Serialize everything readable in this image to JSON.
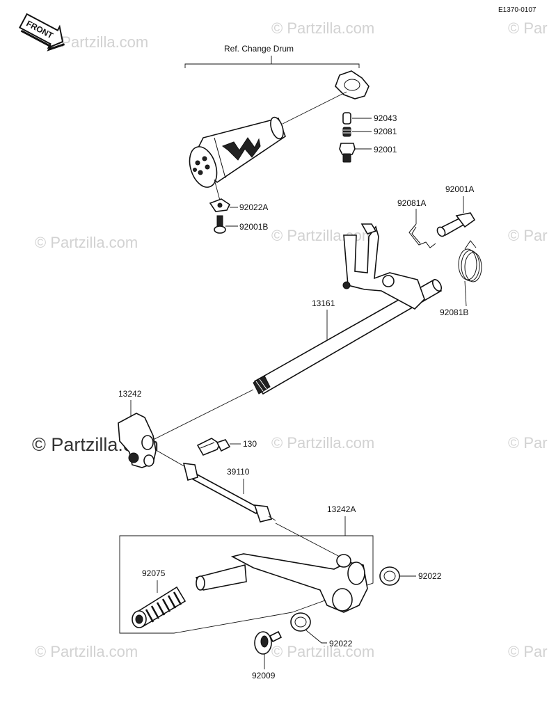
{
  "diagram_code": "E1370-0107",
  "front_label": "FRONT",
  "ref_label": "Ref.  Change Drum",
  "watermark": "© Partzilla.com",
  "watermark_fragment": "© Par",
  "parts": {
    "p92043": "92043",
    "p92081": "92081",
    "p92001": "92001",
    "p92001A": "92001A",
    "p92081A": "92081A",
    "p92022A": "92022A",
    "p92001B": "92001B",
    "p92081B": "92081B",
    "p13161": "13161",
    "p13242": "13242",
    "p130": "130",
    "p39110": "39110",
    "p13242A": "13242A",
    "p92075": "92075",
    "p92022_upper": "92022",
    "p92022_lower": "92022",
    "p92009": "92009"
  },
  "colors": {
    "ink": "#111111",
    "watermark": "#d2d2d2",
    "background": "#ffffff"
  }
}
